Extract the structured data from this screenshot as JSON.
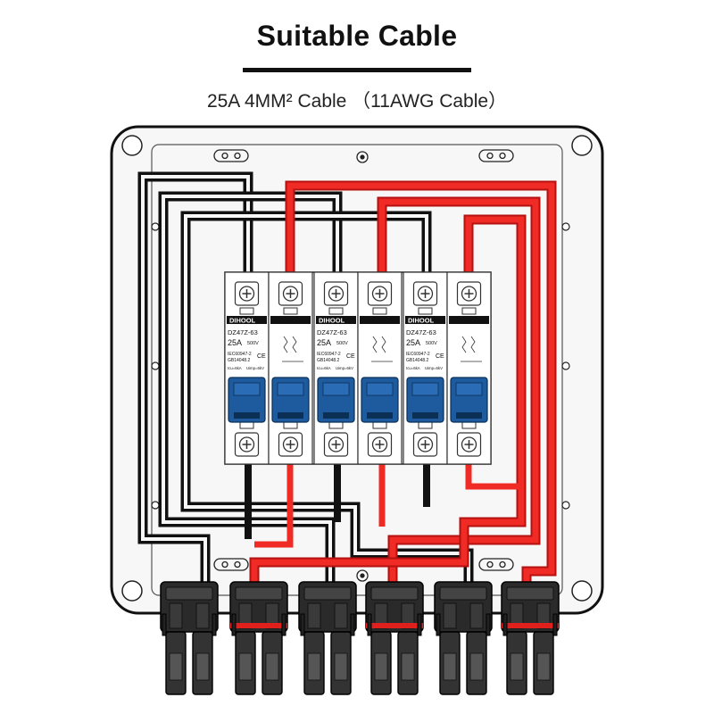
{
  "header": {
    "title": "Suitable Cable",
    "subtitle": "25A 4MM² Cable （11AWG Cable）"
  },
  "breakers": {
    "brand": "DIHOOL",
    "model": "DZ47Z-63",
    "rating": "25A",
    "voltage": "500V",
    "standard_1": "IEC60947-2",
    "standard_2": "GB14048.2",
    "spec_1": "Icu=6kA",
    "spec_2": "Uimp=6kV",
    "count": 3
  },
  "colors": {
    "negative_wire": "#111111",
    "positive_wire": "#e0201c",
    "breaker_handle": "#1d5a9e",
    "enclosure": "#f7f7f7"
  },
  "connectors": {
    "count": 6,
    "types": [
      "black",
      "red",
      "black",
      "red",
      "black",
      "red"
    ]
  }
}
